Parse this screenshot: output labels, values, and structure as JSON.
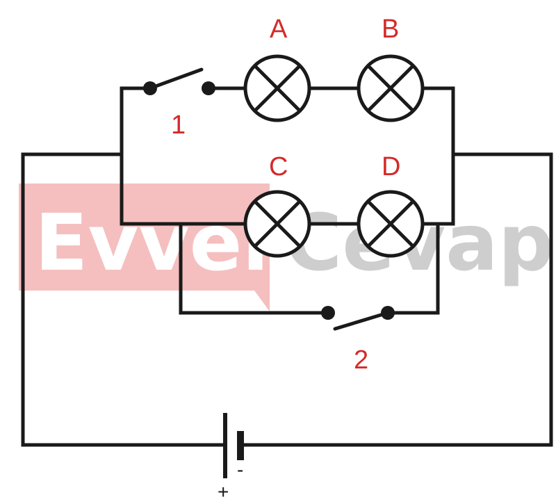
{
  "lamps": [
    {
      "label": "A"
    },
    {
      "label": "B"
    },
    {
      "label": "C"
    },
    {
      "label": "D"
    }
  ],
  "switches": [
    {
      "label": "1",
      "state": "open"
    },
    {
      "label": "2",
      "state": "open"
    }
  ],
  "battery": {
    "positive_label": "+",
    "negative_label": "-"
  },
  "watermark": {
    "word1": "Evvel",
    "word2": "Cevap",
    "box_color": "#f2a9a9",
    "word1_color": "#ffffff",
    "word2_color": "#c6c6c6"
  },
  "colors": {
    "wire": "#1a1a1a",
    "label": "#d42a2a"
  }
}
